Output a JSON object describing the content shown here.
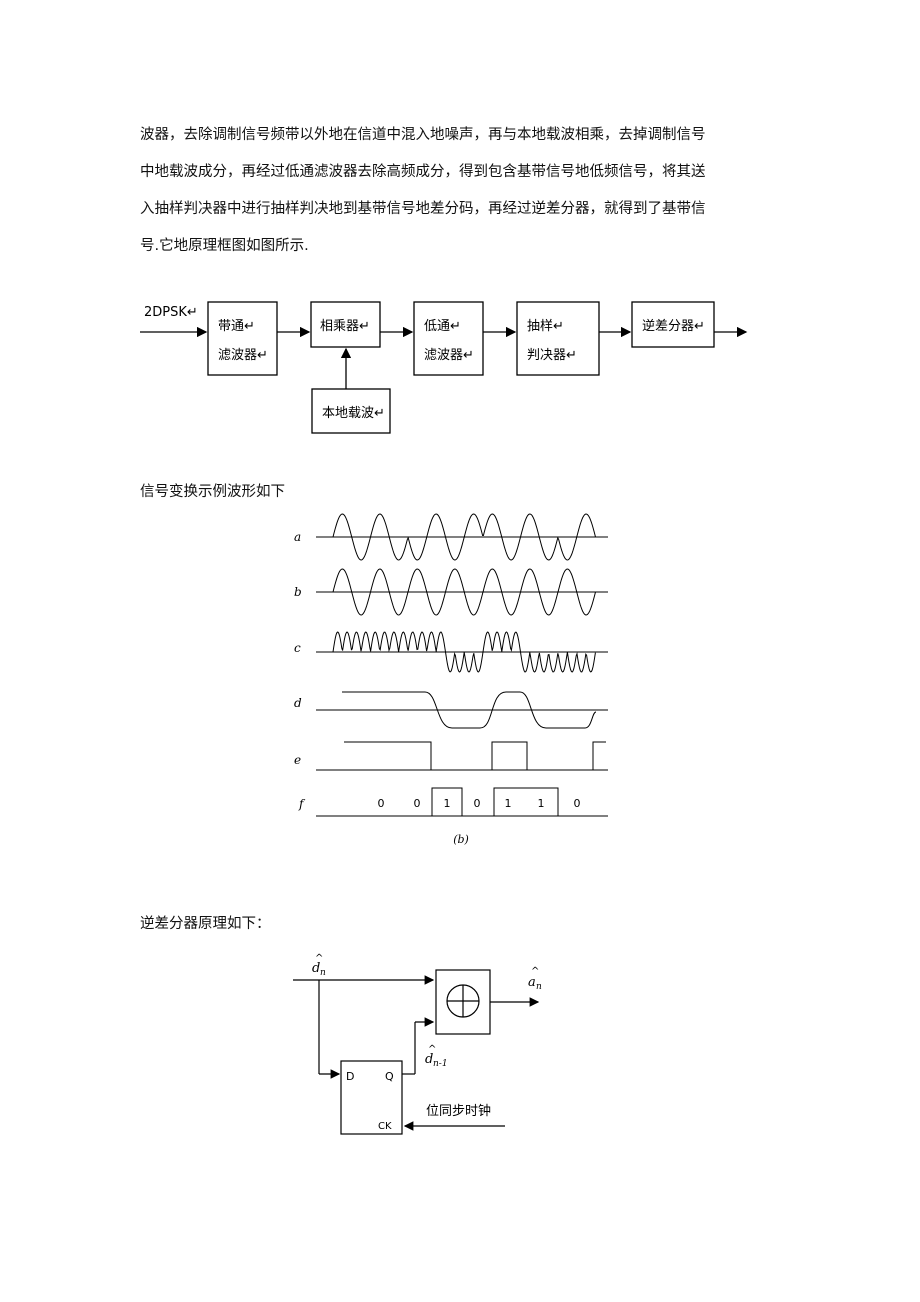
{
  "paragraph": {
    "lines": [
      "波器，去除调制信号频带以外地在信道中混入地噪声，再与本地载波相乘，去掉调制信号",
      "中地载波成分，再经过低通滤波器去除高频成分，得到包含基带信号地低频信号，将其送",
      "入抽样判决器中进行抽样判决地到基带信号地差分码，再经过逆差分器，就得到了基带信",
      "号.它地原理框图如图所示."
    ]
  },
  "block_diagram": {
    "input_label": "2DPSK↵",
    "bandpass": [
      "带通↵",
      "滤波器↵"
    ],
    "multiplier": "相乘器↵",
    "local_carrier": "本地载波↵",
    "lowpass": [
      "低通↵",
      "滤波器↵"
    ],
    "sampler": [
      "抽样↵",
      "判决器↵"
    ],
    "inverse_diff": "逆差分器↵"
  },
  "waveform_section": {
    "heading": "信号变换示例波形如下",
    "row_labels": [
      "a",
      "b",
      "c",
      "d",
      "e",
      "f"
    ],
    "bits": [
      "0",
      "0",
      "1",
      "0",
      "1",
      "1",
      "0"
    ],
    "caption": "(b)"
  },
  "inverse_diff_section": {
    "heading": "逆差分器原理如下：",
    "input_label": "d",
    "input_sub": "n",
    "output_label": "a",
    "output_sub": "n",
    "delayed_label": "d",
    "delayed_sub": "n-1",
    "ff_d": "D",
    "ff_q": "Q",
    "ff_ck": "CK",
    "clock_label": "位同步时钟"
  }
}
